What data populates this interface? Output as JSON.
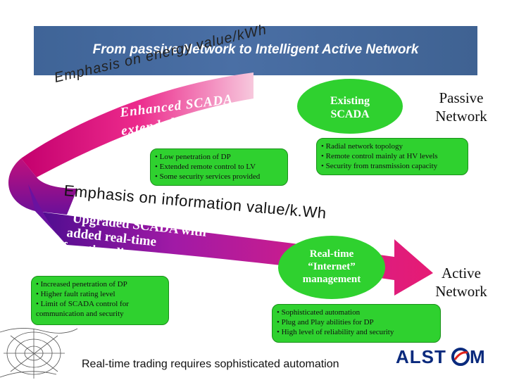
{
  "title": "From passive Network to  Intelligent Active Network",
  "top_curve": {
    "emphasis": "Emphasis on energy value/kWh",
    "line1": "Enhanced SCADA",
    "line2": "extended to LV systems"
  },
  "upper_box": {
    "bullets": [
      "• Low penetration of DP",
      "• Extended remote control to LV",
      "• Some security services provided"
    ]
  },
  "existing": {
    "line1": "Existing",
    "line2": "SCADA"
  },
  "passive": {
    "line1": "Passive",
    "line2": "Network"
  },
  "right_top_box": {
    "bullets": [
      "• Radial network topology",
      "• Remote control mainly at HV levels",
      "• Security from transmission capacity"
    ]
  },
  "arrow_text": {
    "emphasis": "Emphasis on information value/k.Wh",
    "line1": "Upgraded SCADA with",
    "line2": "added real-time",
    "line3": "functionality"
  },
  "left_box": {
    "bullets": [
      "• Increased penetration of DP",
      "• Higher fault rating level",
      "• Limit of SCADA control for",
      "communication and security"
    ]
  },
  "realtime": {
    "line1": "Real-time",
    "line2": "“Internet”",
    "line3": "management"
  },
  "active": {
    "line1": "Active",
    "line2": "Network"
  },
  "bottom_box": {
    "bullets": [
      "• Sophisticated automation",
      "• Plug and Play abilities for DP",
      "• High level of reliability and security"
    ]
  },
  "footer": "Real-time trading requires sophisticated automation",
  "logo": "ALSTOM",
  "colors": {
    "title_bar": "#4a6fa5",
    "arrow_pink": "#e0147a",
    "arrow_purple": "#5a0fa0",
    "box_green": "#2fd12f"
  }
}
